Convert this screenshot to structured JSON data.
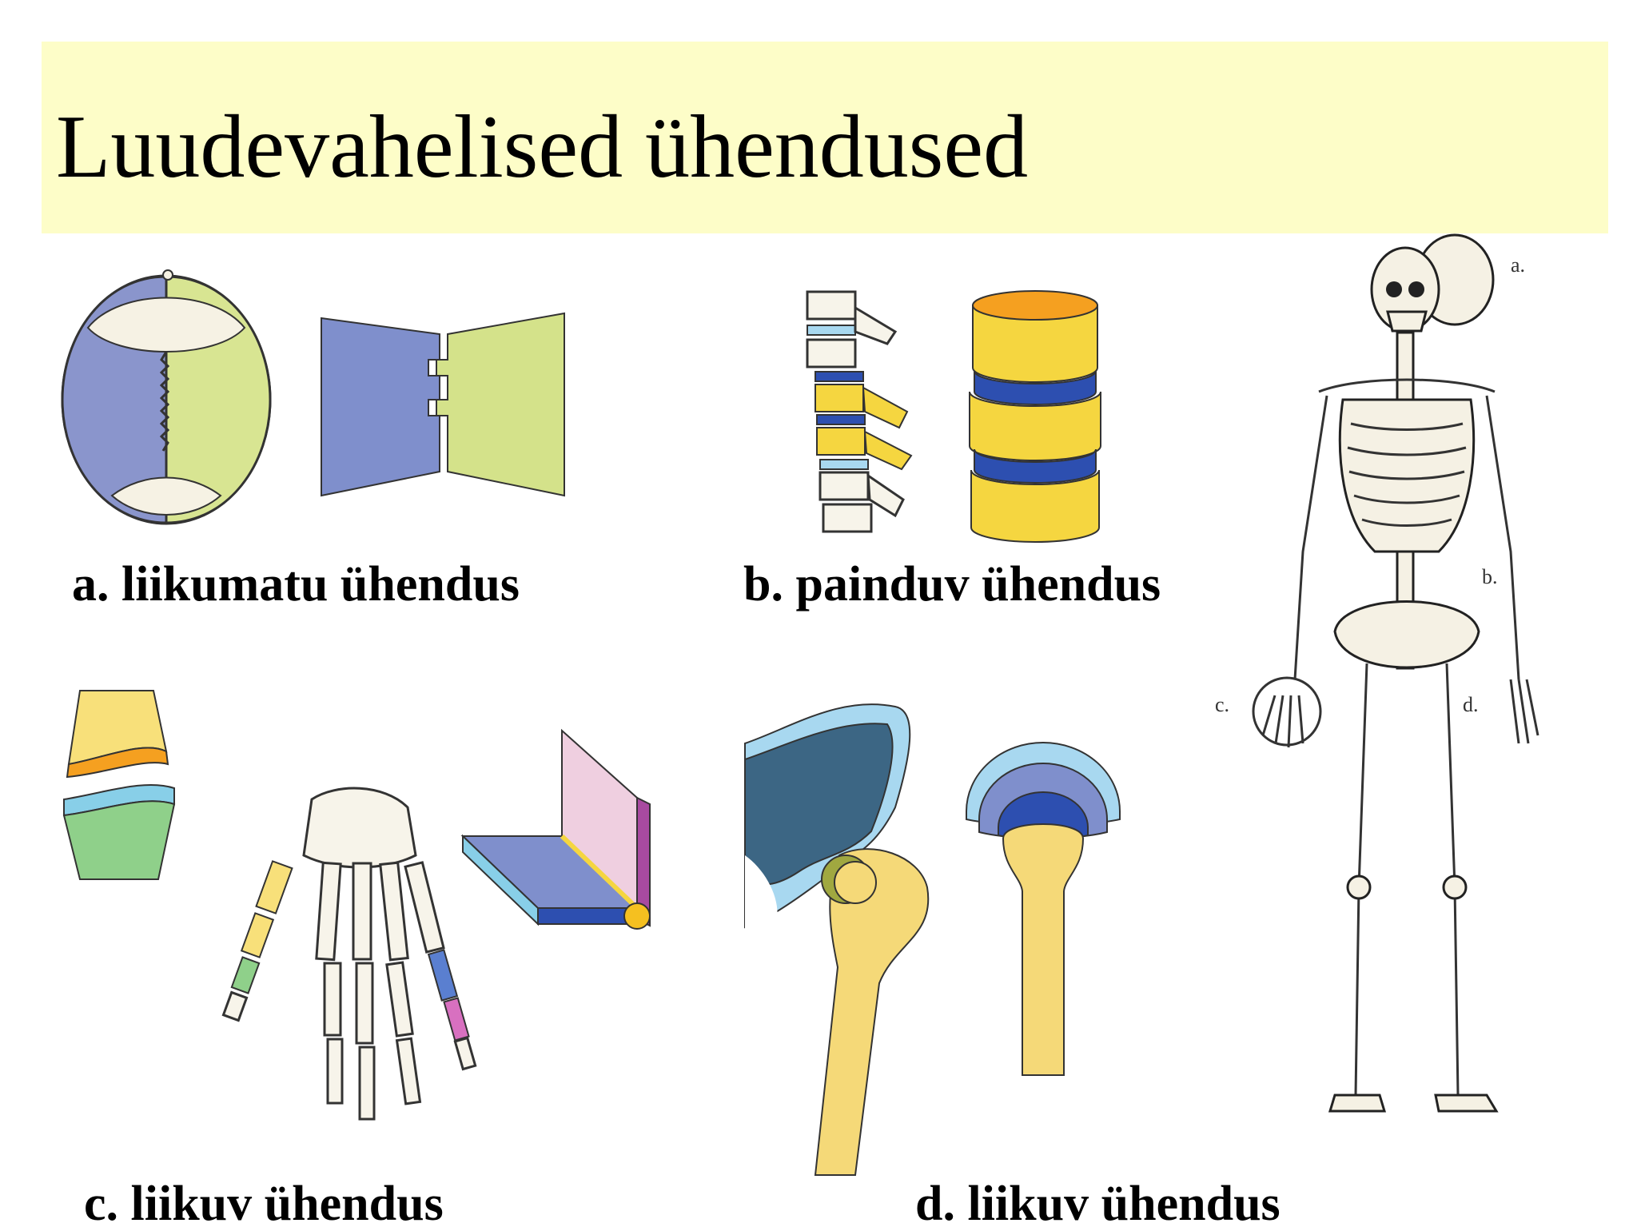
{
  "slide": {
    "title": "Luudevahelised ühendused",
    "colors": {
      "title_bg": "#fdfdc8",
      "blue": "#7f8fcc",
      "green": "#d4e28a",
      "yellow": "#f5d640",
      "orange": "#f5a020",
      "navy": "#2d4fb0",
      "light_blue": "#a8d8f0"
    }
  },
  "captions": {
    "a": "a. liikumatu ühendus",
    "b": "b. painduv ühendus",
    "c": "c. liikuv ühendus",
    "d": "d. liikuv ühendus"
  },
  "skeleton": {
    "labels": {
      "a": "a.",
      "b": "b.",
      "c": "c.",
      "d": "d."
    }
  }
}
